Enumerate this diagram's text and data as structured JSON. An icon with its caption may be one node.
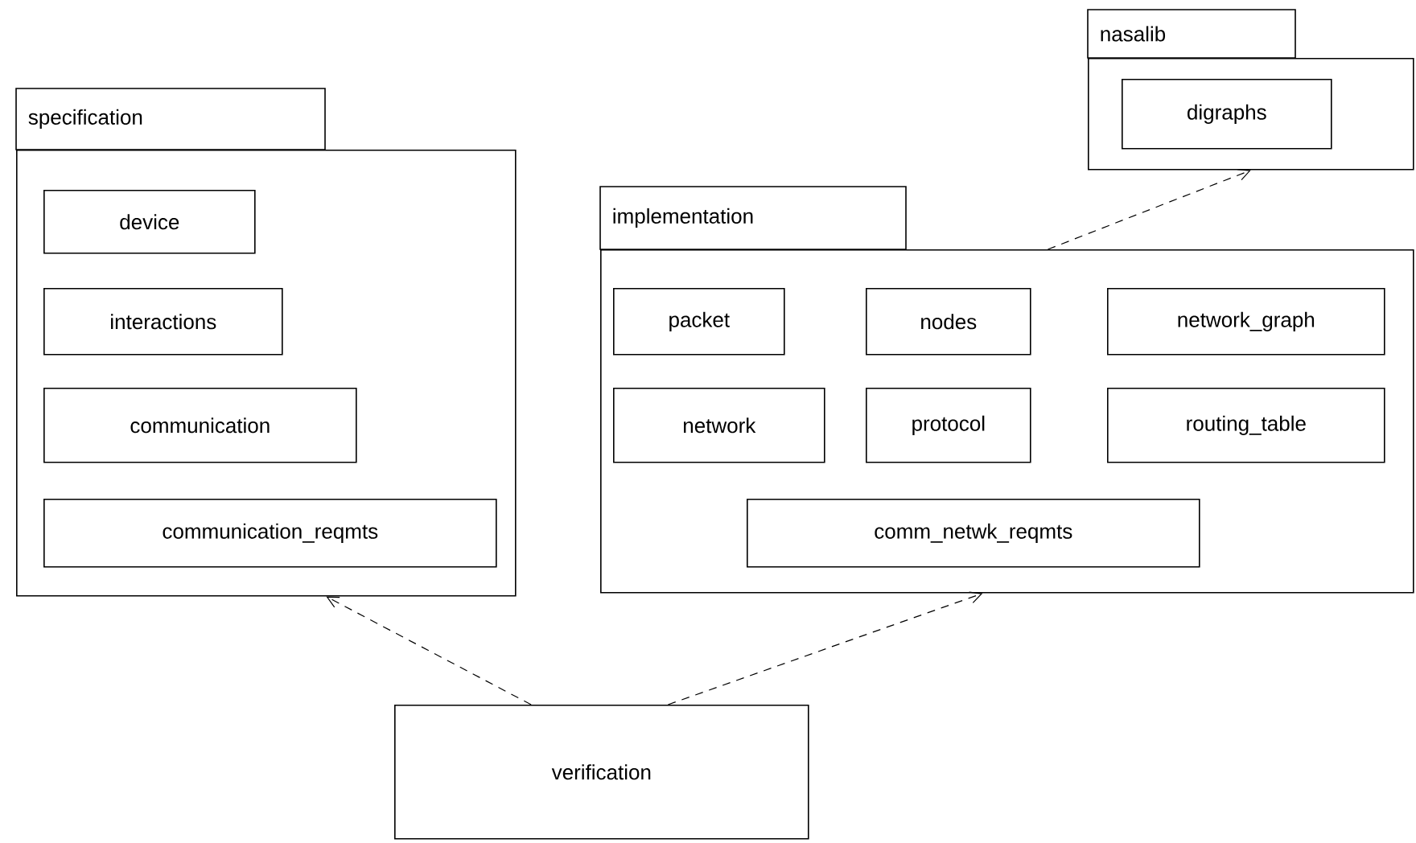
{
  "diagram": {
    "nodes": [
      {
        "text": [
          "nasalib"
        ]
      },
      {
        "text": [
          "digraphs"
        ],
        "in": 0
      },
      {
        "text": [
          "specification"
        ]
      },
      {
        "text": [
          "device"
        ],
        "in": 2
      },
      {
        "text": [
          "interactions"
        ],
        "in": 2
      },
      {
        "text": [
          "communication"
        ],
        "in": 2
      },
      {
        "text": [
          "communication_reqmts"
        ],
        "in": 2
      },
      {
        "text": [
          "implementation"
        ]
      },
      {
        "text": [
          "packet"
        ],
        "in": 7
      },
      {
        "text": [
          "nodes"
        ],
        "in": 7
      },
      {
        "text": [
          "network_graph"
        ],
        "in": 7
      },
      {
        "text": [
          "network"
        ],
        "in": 7
      },
      {
        "text": [
          "protocol"
        ],
        "in": 7
      },
      {
        "text": [
          "routing_table"
        ],
        "in": 7
      },
      {
        "text": [
          "comm_netwk_reqmts"
        ],
        "in": 7
      },
      {
        "text": [
          "verification"
        ]
      }
    ],
    "edges": [
      {
        "from": 15,
        "to": 2,
        "arrow": "to",
        "style": "dashed"
      },
      {
        "from": 15,
        "to": 7,
        "arrow": "to",
        "style": "dashed"
      },
      {
        "from": 7,
        "to": 0,
        "arrow": "to",
        "style": "dashed"
      }
    ]
  }
}
